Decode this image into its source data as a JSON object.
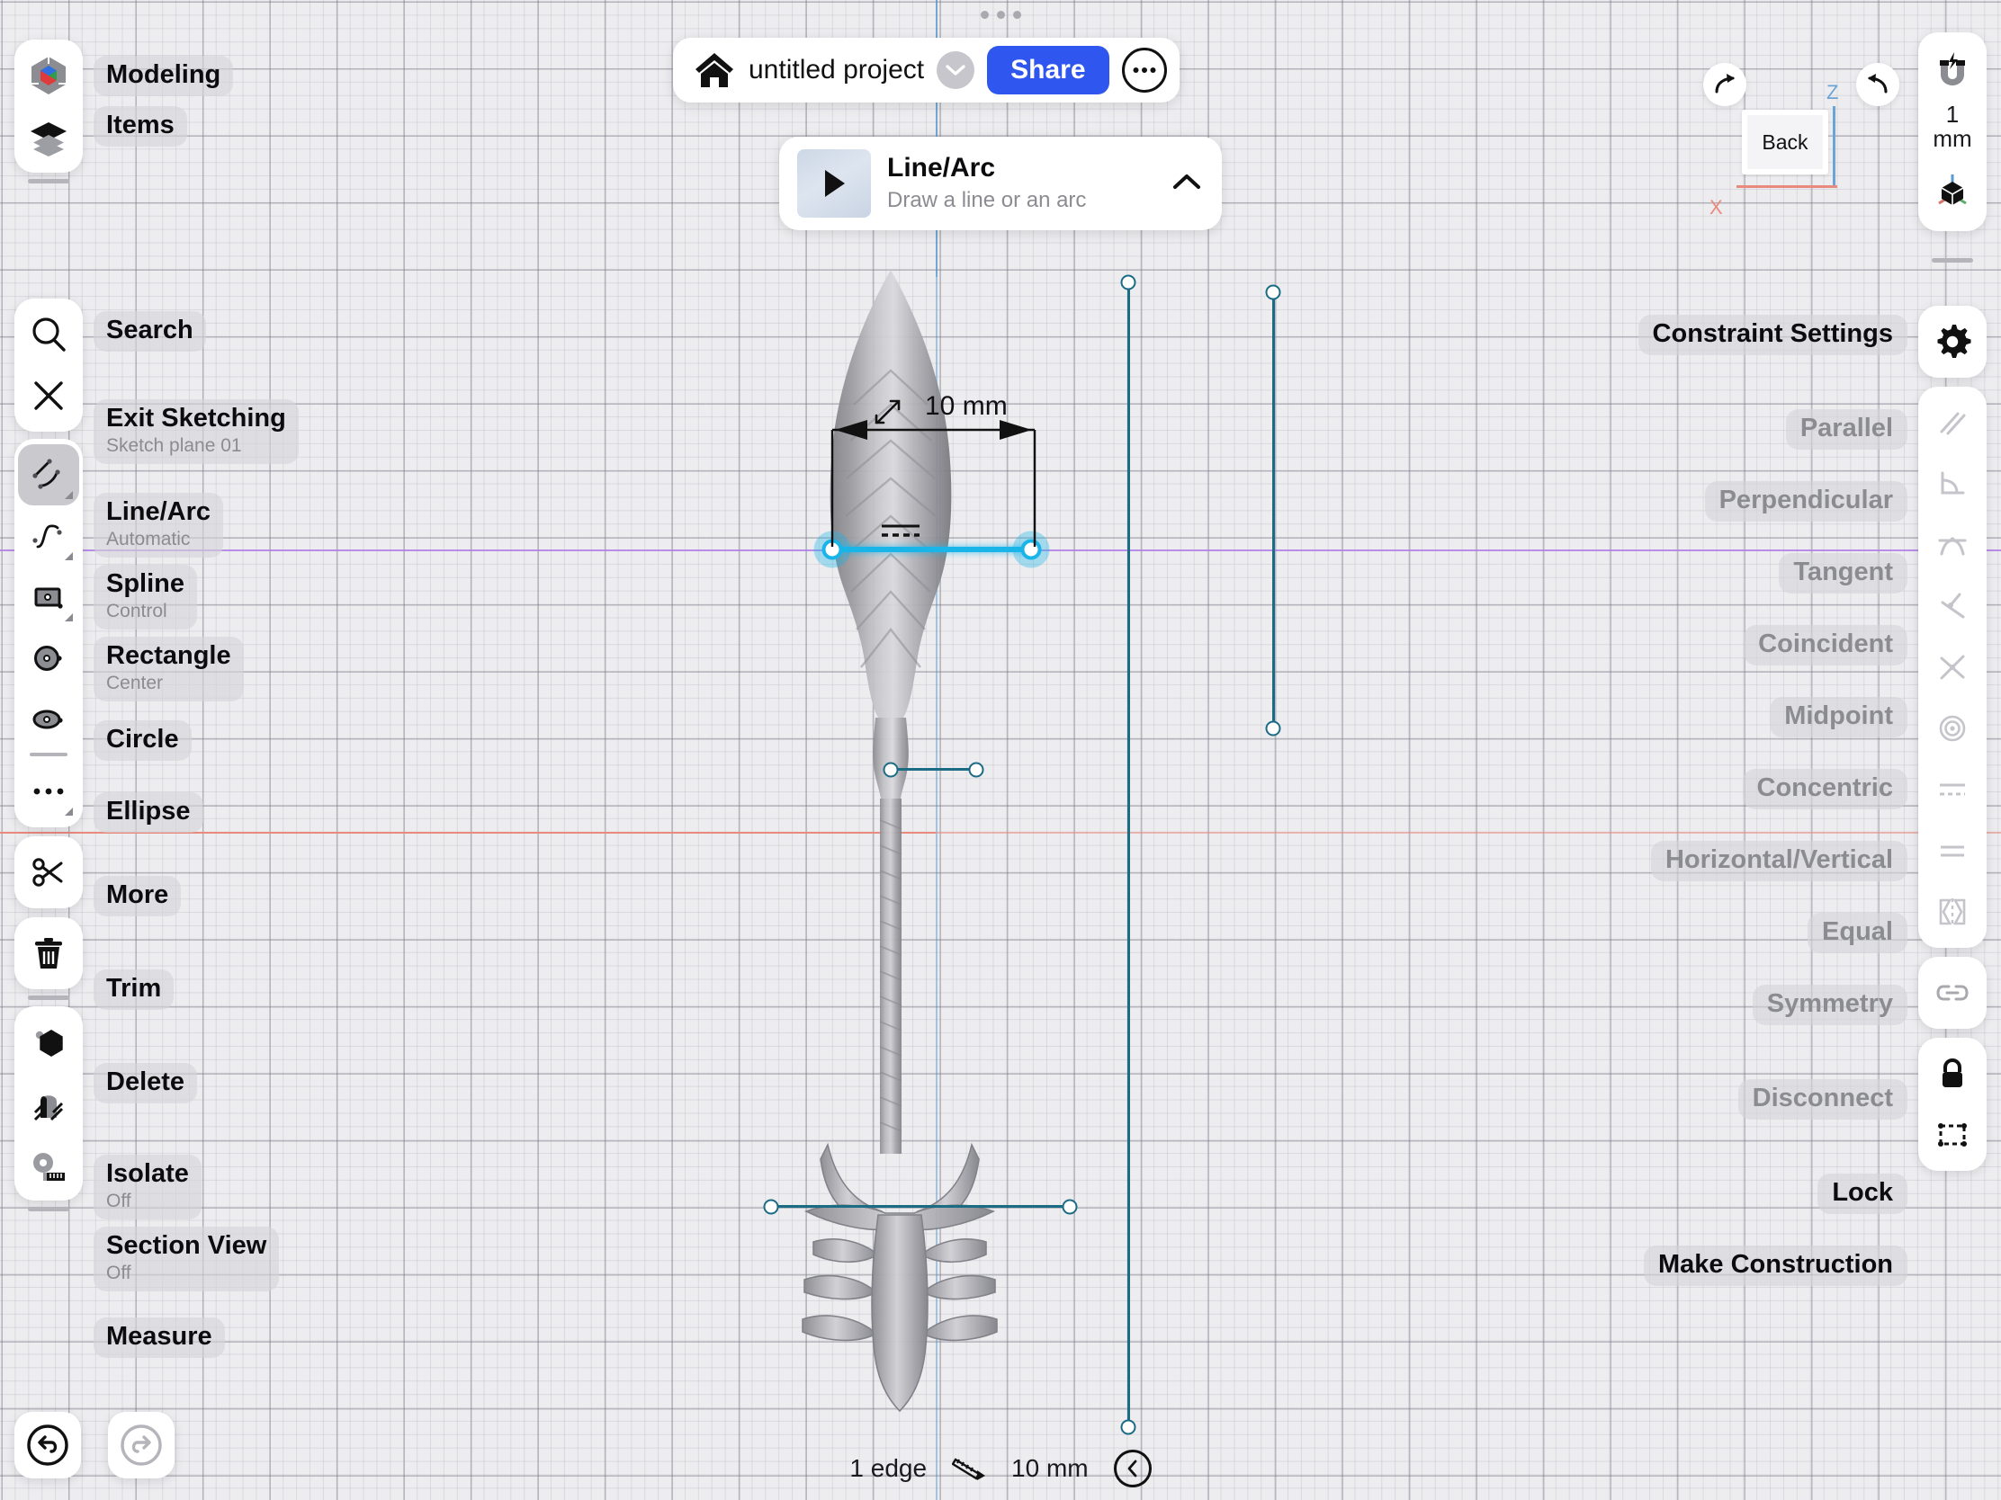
{
  "app": {
    "project_title": "untitled project",
    "share_label": "Share",
    "unit_value": "1",
    "unit_name": "mm",
    "plane_label": "Back",
    "axis_z": "Z",
    "axis_x": "X"
  },
  "tip": {
    "title": "Line/Arc",
    "subtitle": "Draw a line or an arc"
  },
  "mode_rail": [
    {
      "label": "Modeling",
      "sub": "",
      "icon": "modeling-cube-icon",
      "active": false
    },
    {
      "label": "Items",
      "sub": "",
      "icon": "layers-icon",
      "active": false
    }
  ],
  "tools": {
    "group1": [
      {
        "label": "Search",
        "sub": "",
        "icon": "search-icon",
        "active": false,
        "corner": false
      },
      {
        "label": "Exit Sketching",
        "sub": "Sketch plane 01",
        "icon": "close-icon",
        "active": false,
        "corner": false
      }
    ],
    "group2": [
      {
        "label": "Line/Arc",
        "sub": "Automatic",
        "icon": "line-arc-icon",
        "active": true,
        "corner": true
      },
      {
        "label": "Spline",
        "sub": "Control",
        "icon": "spline-icon",
        "active": false,
        "corner": true
      },
      {
        "label": "Rectangle",
        "sub": "Center",
        "icon": "rectangle-icon",
        "active": false,
        "corner": true
      },
      {
        "label": "Circle",
        "sub": "",
        "icon": "circle-icon",
        "active": false,
        "corner": false
      },
      {
        "label": "Ellipse",
        "sub": "",
        "icon": "ellipse-icon",
        "active": false,
        "corner": false
      },
      {
        "label": "More",
        "sub": "",
        "icon": "more-dots-icon",
        "active": false,
        "corner": true
      }
    ],
    "group3": [
      {
        "label": "Trim",
        "sub": "",
        "icon": "scissors-icon",
        "active": false,
        "corner": false
      }
    ],
    "group4": [
      {
        "label": "Delete",
        "sub": "",
        "icon": "trash-icon",
        "active": false,
        "corner": false
      }
    ],
    "group5": [
      {
        "label": "Isolate",
        "sub": "Off",
        "icon": "isolate-hex-icon",
        "active": false,
        "corner": false
      },
      {
        "label": "Section View",
        "sub": "Off",
        "icon": "section-view-icon",
        "active": false,
        "corner": false
      },
      {
        "label": "Measure",
        "sub": "",
        "icon": "measure-tape-icon",
        "active": false,
        "corner": false
      }
    ]
  },
  "constraints": {
    "settings_label": "Constraint Settings",
    "items": [
      {
        "label": "Parallel",
        "icon": "parallel-icon",
        "enabled": false
      },
      {
        "label": "Perpendicular",
        "icon": "perpendicular-icon",
        "enabled": false
      },
      {
        "label": "Tangent",
        "icon": "tangent-icon",
        "enabled": false
      },
      {
        "label": "Coincident",
        "icon": "coincident-icon",
        "enabled": false
      },
      {
        "label": "Midpoint",
        "icon": "midpoint-icon",
        "enabled": false
      },
      {
        "label": "Concentric",
        "icon": "concentric-icon",
        "enabled": false
      },
      {
        "label": "Horizontal/Vertical",
        "icon": "horiz-vert-icon",
        "enabled": false
      },
      {
        "label": "Equal",
        "icon": "equal-icon",
        "enabled": false
      },
      {
        "label": "Symmetry",
        "icon": "symmetry-icon",
        "enabled": false
      },
      {
        "label": "Disconnect",
        "icon": "disconnect-link-icon",
        "enabled": false
      },
      {
        "label": "Lock",
        "icon": "lock-icon",
        "enabled": true
      },
      {
        "label": "Make Construction",
        "icon": "construction-box-icon",
        "enabled": true
      }
    ]
  },
  "canvas": {
    "dimension_label": "10 mm"
  },
  "status": {
    "selection": "1 edge",
    "measure_value": "10 mm",
    "ruler_icon": "ruler-icon",
    "collapse_icon": "chevron-left-icon"
  },
  "colors": {
    "accent_blue": "#2f56ef",
    "sketch_teal": "#1b6b84",
    "selection_cyan": "#19b4e8",
    "axis_purple": "#b07ee8",
    "axis_red": "#e98a7e",
    "axis_blue": "#4a90c8"
  }
}
